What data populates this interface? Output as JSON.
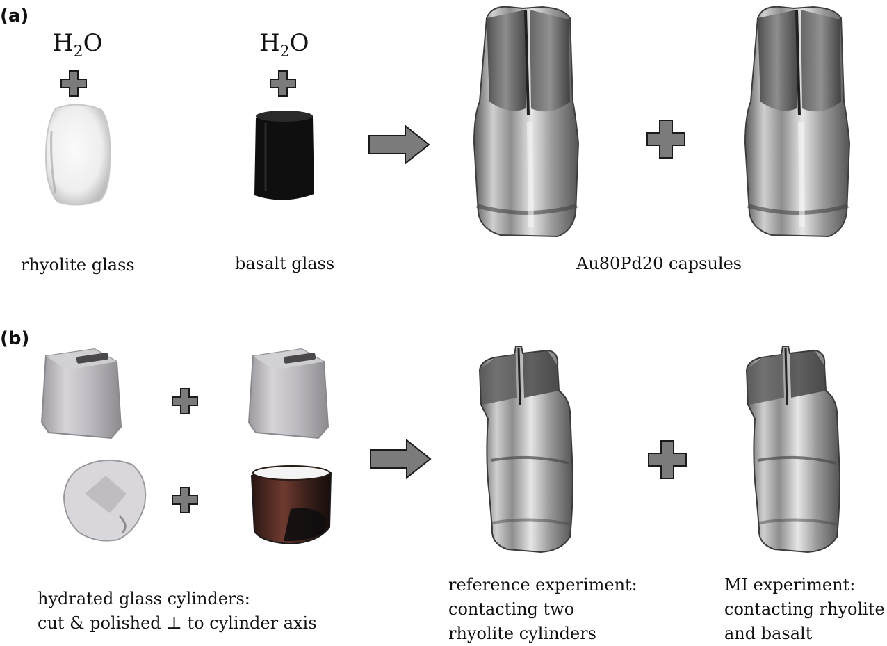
{
  "panel_a": {
    "label": "(a)",
    "water_formula": {
      "main": "H",
      "subscript": "2",
      "tail": "O"
    },
    "captions": {
      "rhyolite": "rhyolite glass",
      "basalt": "basalt glass",
      "capsules": "Au80Pd20 capsules"
    }
  },
  "panel_b": {
    "label": "(b)",
    "captions": {
      "cylinders": "hydrated glass cylinders:\ncut & polished ⊥ to cylinder axis",
      "reference": "reference experiment:\ncontacting two\nrhyolite cylinders",
      "mi": "MI experiment:\ncontacting rhyolite\nand basalt"
    }
  },
  "colors": {
    "plus_fill": "#7b7b7b",
    "arrow_fill": "#7b7b7b",
    "stroke": "#1a1a1a",
    "metal": "#a9a9a9",
    "basalt": "#111111"
  },
  "icons": {
    "plus": "plus-icon",
    "arrow": "arrow-right-icon"
  }
}
